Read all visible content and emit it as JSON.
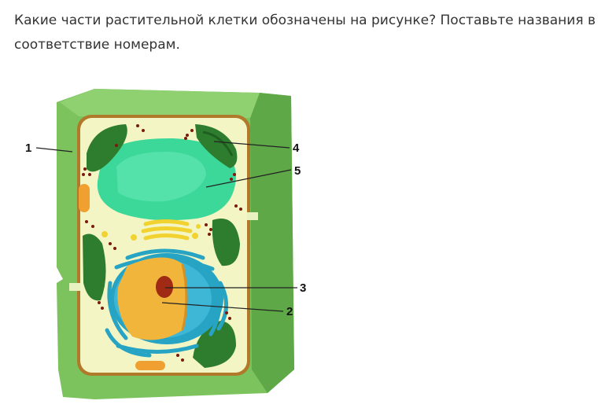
{
  "question": {
    "text": "Какие части растительной клетки обозначены на рисунке? Поставьте названия в соответствие номерам."
  },
  "figure": {
    "labels": [
      "1",
      "4",
      "5",
      "3",
      "2"
    ]
  },
  "colors": {
    "cell_wall": "#7cc35e",
    "cell_wall_dark": "#5ea848",
    "membrane": "#b07a2a",
    "cytoplasm": "#f3f6c4",
    "vacuole": "#3cd89a",
    "chloroplast": "#2e7d2e",
    "nucleus": "#f0b53a",
    "nucleolus": "#a02a14",
    "er": "#27a3c4"
  }
}
